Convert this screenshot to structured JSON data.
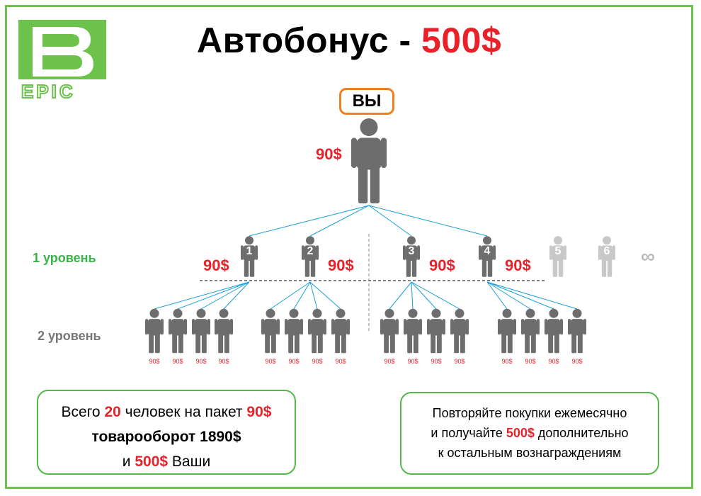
{
  "title": {
    "text": "Автобонус - ",
    "price": "500$"
  },
  "logo": {
    "text": "EPIC"
  },
  "top": {
    "you_label": "ВЫ",
    "amount": "90$"
  },
  "levels": {
    "level1": "1 уровень",
    "level2": "2 уровень"
  },
  "level1_amount": "90$",
  "level1_nums": [
    "1",
    "2",
    "3",
    "4"
  ],
  "faded_nums": [
    "5",
    "6"
  ],
  "infinity": "∞",
  "level2_amount": "90$",
  "box_left": {
    "line1_a": "Всего ",
    "line1_b": "20",
    "line1_c": " человек на пакет ",
    "line1_d": "90$",
    "line2": "товарооборот 1890$",
    "line3_a": "и ",
    "line3_b": "500$",
    "line3_c": " Ваши"
  },
  "box_right": {
    "line1": "Повторяйте покупки ежемесячно",
    "line2_a": "и получайте ",
    "line2_b": "500$",
    "line2_c": " дополнительно",
    "line3": "к остальным вознаграждениям"
  },
  "colors": {
    "green": "#6cc24a",
    "red": "#e8222a",
    "orange": "#f07f1e",
    "figure": "#6d6d6d",
    "line": "#1a9fd6"
  }
}
